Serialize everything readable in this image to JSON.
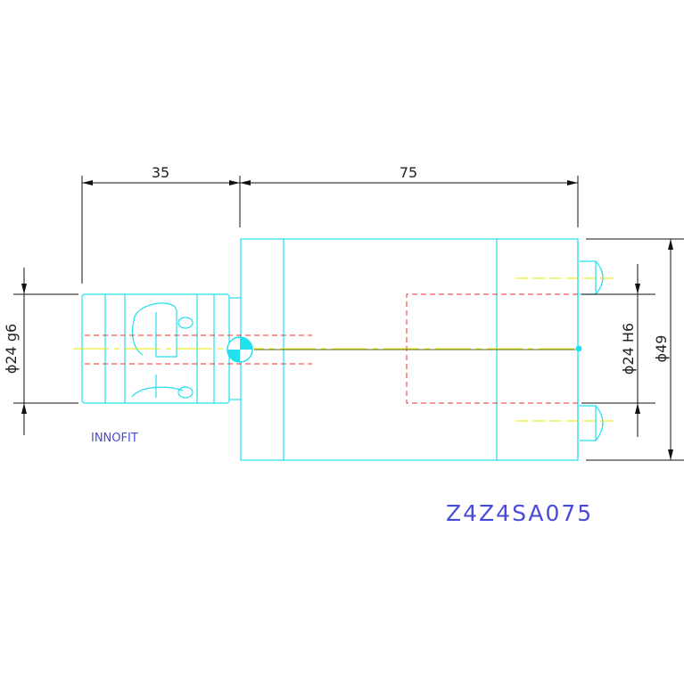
{
  "drawing": {
    "dim_left_length": "35",
    "dim_right_length": "75",
    "dim_left_diameter": "ϕ24 g6",
    "dim_bore_diameter": "ϕ24 H6",
    "dim_outer_diameter": "ϕ49",
    "brand": "INNOFIT",
    "part_number": "Z4Z4SA075"
  },
  "colors": {
    "outline": "#22e0ee",
    "hidden": "#ee3333",
    "center": "#e8e800",
    "dimension": "#111111",
    "label": "#4a4ad8"
  }
}
